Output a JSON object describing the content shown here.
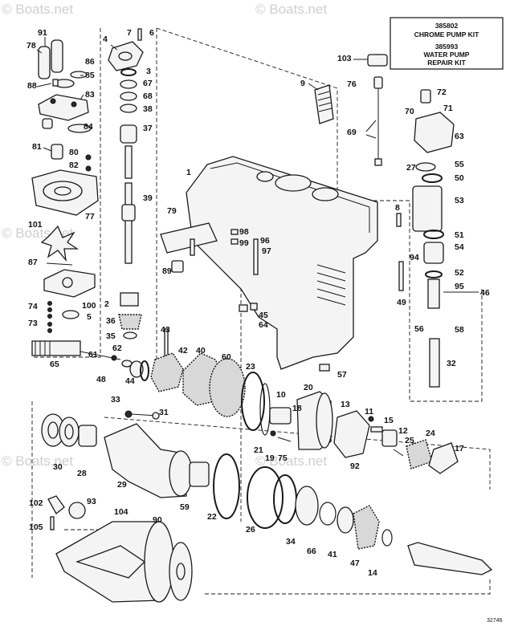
{
  "watermark": {
    "text": "© Boats.net"
  },
  "kit_box": {
    "line1": "385802",
    "line2": "CHROME PUMP KIT",
    "line3": "385993",
    "line4": "WATER PUMP",
    "line5": "REPAIR KIT"
  },
  "drawing_number": "32746",
  "callouts": [
    "91",
    "78",
    "86",
    "88",
    "85",
    "83",
    "84",
    "81",
    "80",
    "82",
    "77",
    "101",
    "87",
    "100",
    "74",
    "73",
    "65",
    "4",
    "7",
    "6",
    "3",
    "67",
    "68",
    "38",
    "37",
    "39",
    "2",
    "1",
    "36",
    "5",
    "35",
    "61",
    "62",
    "48",
    "44",
    "43",
    "42",
    "40",
    "60",
    "23",
    "79",
    "98",
    "99",
    "97",
    "96",
    "89",
    "103",
    "9",
    "76",
    "69",
    "72",
    "71",
    "70",
    "63",
    "27",
    "55",
    "50",
    "53",
    "8",
    "51",
    "54",
    "94",
    "52",
    "95",
    "49",
    "46",
    "45",
    "64",
    "57",
    "56",
    "58",
    "32",
    "33",
    "31",
    "30",
    "28",
    "29",
    "59",
    "22",
    "26",
    "34",
    "66",
    "41",
    "47",
    "14",
    "21",
    "19",
    "75",
    "10",
    "20",
    "18",
    "13",
    "11",
    "15",
    "12",
    "25",
    "24",
    "17",
    "92",
    "102",
    "93",
    "105",
    "104",
    "90"
  ]
}
